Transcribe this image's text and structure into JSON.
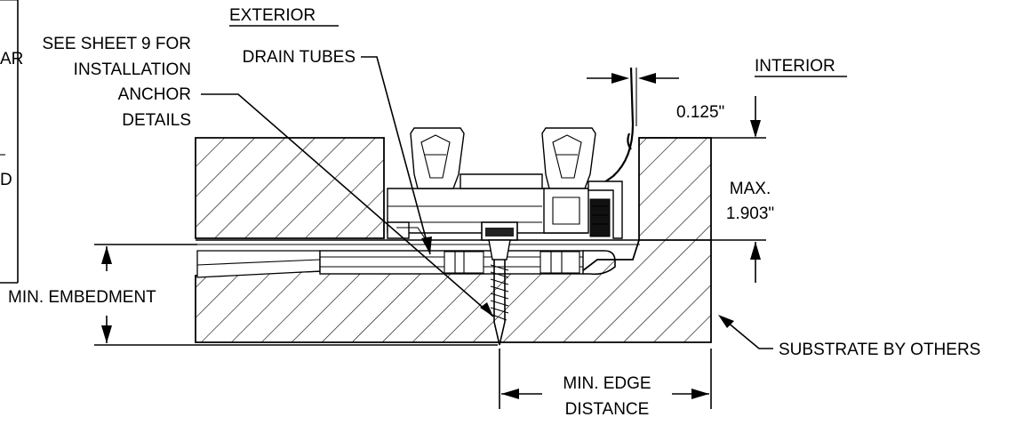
{
  "labels": {
    "exterior": "EXTERIOR",
    "interior": "INTERIOR",
    "see_sheet_1": "SEE SHEET 9 FOR",
    "see_sheet_2": "INSTALLATION",
    "see_sheet_3": "ANCHOR",
    "see_sheet_4": "DETAILS",
    "drain_tubes": "DRAIN TUBES",
    "gap": "0.125\"",
    "max_1": "MAX.",
    "max_2": "1.903\"",
    "min_embedment": "MIN. EMBEDMENT",
    "substrate": "SUBSTRATE BY OTHERS",
    "min_edge_1": "MIN. EDGE",
    "min_edge_2": "DISTANCE"
  },
  "left_panel_fragments": {
    "frag_1": "AR",
    "frag_2": "D"
  }
}
